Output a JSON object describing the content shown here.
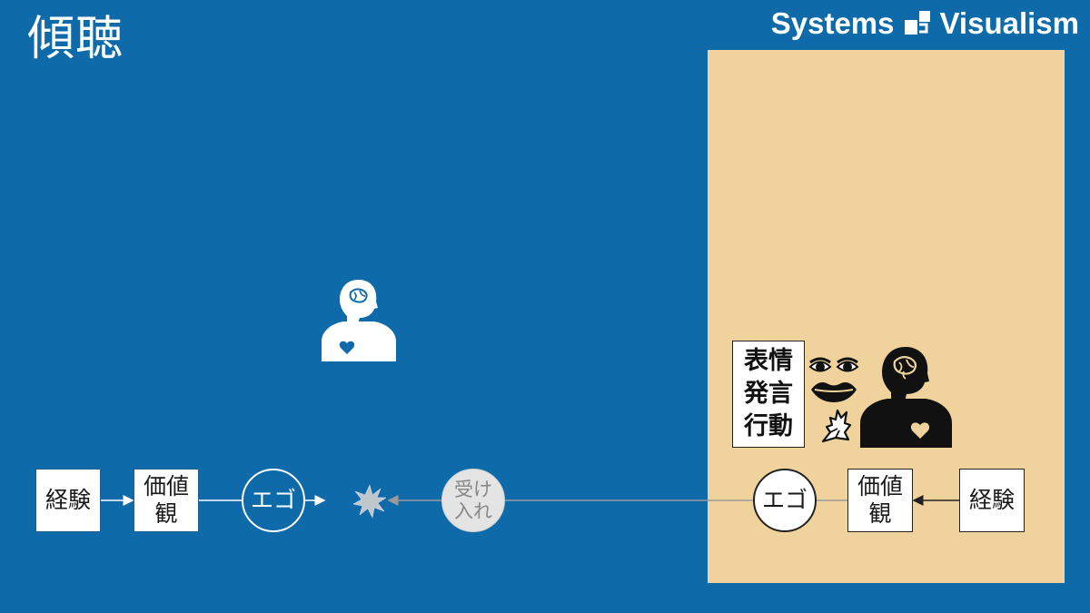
{
  "title": "傾聴",
  "brand": {
    "left": "Systems",
    "right": "Visualism"
  },
  "listener": {
    "experience": "経験",
    "values_line1": "価値",
    "values_line2": "観",
    "ego": "エゴ"
  },
  "accept": {
    "line1": "受け",
    "line2": "入れ"
  },
  "speaker": {
    "expression_line1": "表情",
    "expression_line2": "発言",
    "expression_line3": "行動",
    "ego": "エゴ",
    "values_line1": "価値",
    "values_line2": "観",
    "experience": "経験"
  },
  "colors": {
    "background": "#0e6aa8",
    "panel": "#f0d39c",
    "accept_fill": "#e4e4e4"
  },
  "icons": [
    "brand-logo-icon",
    "person-brain-heart-icon",
    "collision-spark-icon",
    "eyes-icon",
    "lips-icon",
    "hands-gesture-icon"
  ]
}
